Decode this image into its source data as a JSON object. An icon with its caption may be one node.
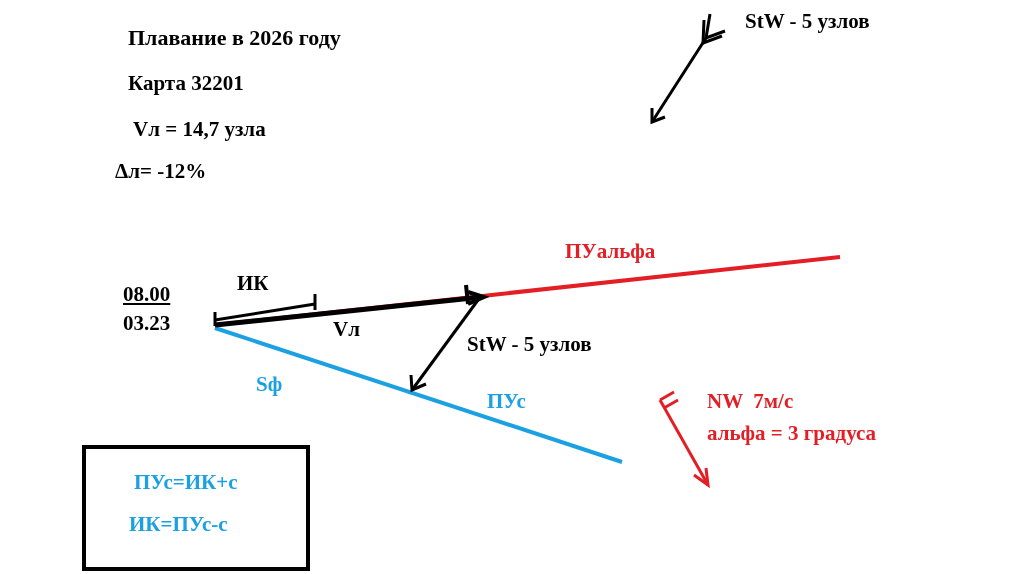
{
  "diagram": {
    "title": "Плавание в 2026 году",
    "nodes": [
      {
        "text": [
          "ПУс=ИК+с",
          "ИК=ПУс-с"
        ]
      }
    ],
    "labels": [
      "Карта 32201",
      "Vл = 14,7 узла",
      "Δл= -12%",
      "StW - 5 узлов",
      "ПУальфа",
      "ИК",
      "08.00",
      "03.23",
      "Vл",
      "StW - 5 узлов",
      "Sф",
      "ПУс",
      "NW  7м/с",
      "альфа = 3 градуса"
    ]
  }
}
